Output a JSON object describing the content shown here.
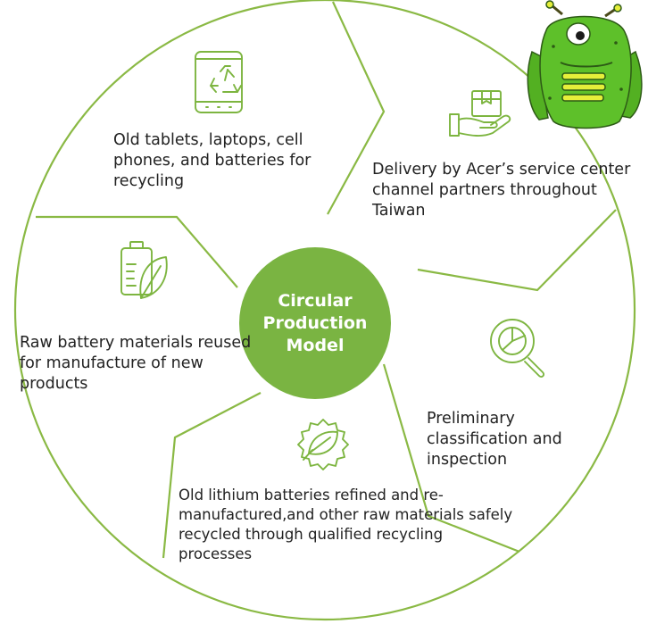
{
  "center": {
    "title": "Circular\nProduction\nModel"
  },
  "segments": [
    {
      "label": "Old tablets, laptops, cell phones, and batteries for recycling",
      "icon": "phone-recycle-icon"
    },
    {
      "label": "Delivery by Acer’s service center channel partners throughout Taiwan",
      "icon": "hand-package-icon"
    },
    {
      "label": "Preliminary classification and inspection",
      "icon": "magnifier-chart-icon"
    },
    {
      "label": "Old lithium batteries refined and re-manufactured,and other raw materials safely recycled through qualified recycling processes",
      "icon": "leaf-seal-icon"
    },
    {
      "label": "Raw battery materials reused for manufacture of new products",
      "icon": "battery-leaf-icon"
    }
  ],
  "mascot": {
    "icon": "green-monster-mascot-icon"
  },
  "colors": {
    "accent": "#83b53d",
    "center_fill": "#7ab442",
    "text": "#222222",
    "mascot_body": "#5ec02a",
    "mascot_stripes": "#e6ef3a"
  }
}
